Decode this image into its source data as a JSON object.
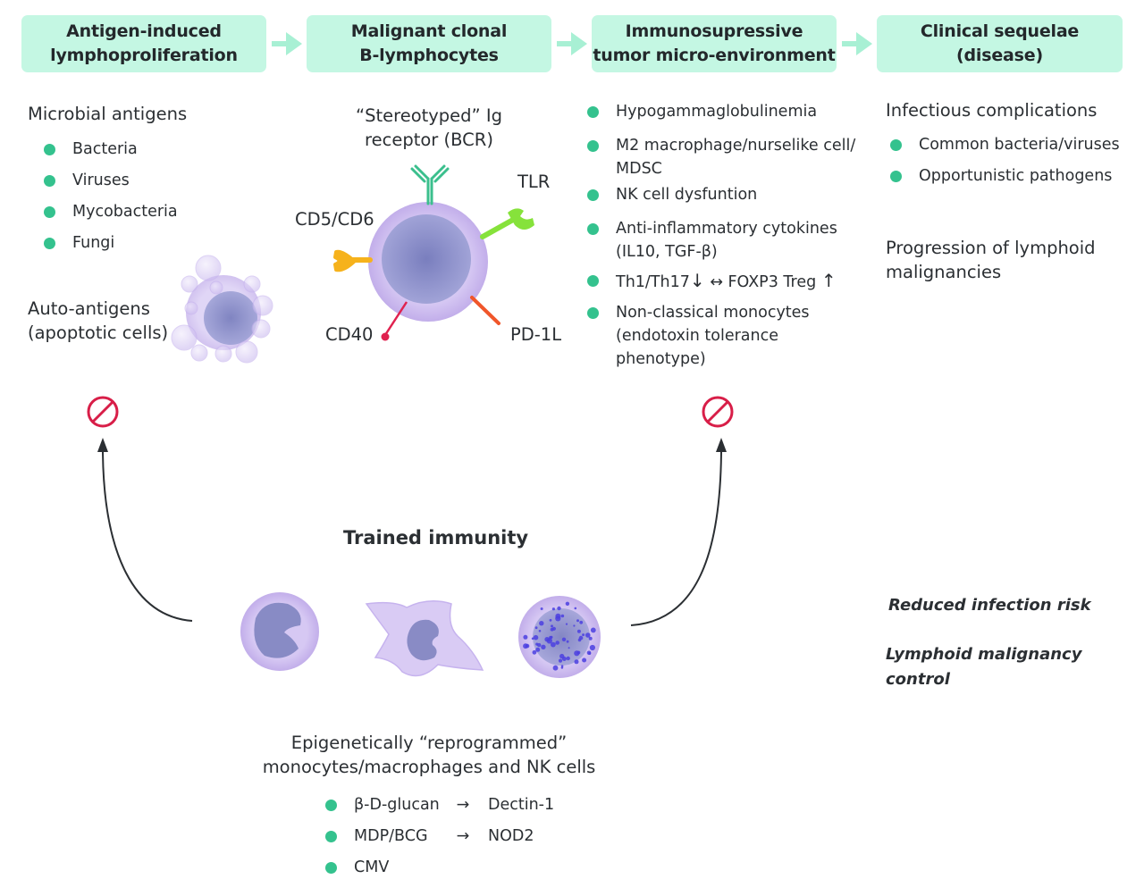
{
  "header_boxes": [
    {
      "line1": "Antigen-induced",
      "line2": "lymphoproliferation"
    },
    {
      "line1": "Malignant clonal",
      "line2": "B-lymphocytes"
    },
    {
      "line1": "Immunosupressive",
      "line2": "tumor micro-environment"
    },
    {
      "line1": "Clinical sequelae",
      "line2": "(disease)"
    }
  ],
  "column1": {
    "microbial_heading": "Microbial antigens",
    "microbial_items": [
      "Bacteria",
      "Viruses",
      "Mycobacteria",
      "Fungi"
    ],
    "auto_line1": "Auto-antigens",
    "auto_line2": "(apoptotic cells)"
  },
  "column2": {
    "bcr_line1": "“Stereotyped” Ig",
    "bcr_line2": "receptor (BCR)",
    "receptors": {
      "tlr": "TLR",
      "cd5cd6": "CD5/CD6",
      "cd40": "CD40",
      "pd1l": "PD-1L"
    }
  },
  "column3": {
    "items": [
      {
        "line1": "Hypogammaglobulinemia"
      },
      {
        "line1": "M2 macrophage/nurselike cell/",
        "line2": "MDSC"
      },
      {
        "line1": "NK cell dysfuntion"
      },
      {
        "line1": "Anti-inflammatory cytokines",
        "line2": "(IL10, TGF-β)"
      },
      {
        "line1_a": "Th1/Th17",
        "down_arrow": "↓",
        "double_arrow": "↔",
        "line1_b": "FOXP3 Treg",
        "up_arrow": "↑"
      },
      {
        "line1": "Non-classical monocytes",
        "line2": "(endotoxin tolerance phenotype)"
      }
    ]
  },
  "column4": {
    "infectious_heading": "Infectious complications",
    "infectious_items": [
      "Common bacteria/viruses",
      "Opportunistic pathogens"
    ],
    "progression_line1": "Progression of lymphoid",
    "progression_line2": "malignancies"
  },
  "trained_immunity": {
    "title": "Trained immunity",
    "caption_line1": "Epigenetically “reprogrammed”",
    "caption_line2": "monocytes/macrophages and NK cells",
    "stimuli": [
      {
        "stimulus": "β-D-glucan",
        "arrow": "→",
        "receptor": "Dectin-1"
      },
      {
        "stimulus": "MDP/BCG",
        "arrow": "→",
        "receptor": "NOD2"
      },
      {
        "stimulus": "CMV"
      }
    ]
  },
  "outcomes": {
    "reduced_infection": "Reduced infection risk",
    "malignancy_line1": "Lymphoid malignancy",
    "malignancy_line2": "control"
  },
  "icons": {
    "inhibit": "prohibited-icon",
    "flow": "flow-arrow-icon"
  },
  "colors": {
    "header_box": "#c4f7e3",
    "flow_arrow": "#a8f0d4",
    "bullet": "#34c28e",
    "inhibit_red": "#d81e48",
    "cell_membrane": "#c9b6ef",
    "cell_nucleus": "#8a8fc8",
    "bcr_green": "#3bbf8d",
    "tlr_green": "#86e23b",
    "cd5_orange": "#f6b21c",
    "cd40_red": "#e0224f",
    "pd1l_orange": "#f0562a"
  }
}
